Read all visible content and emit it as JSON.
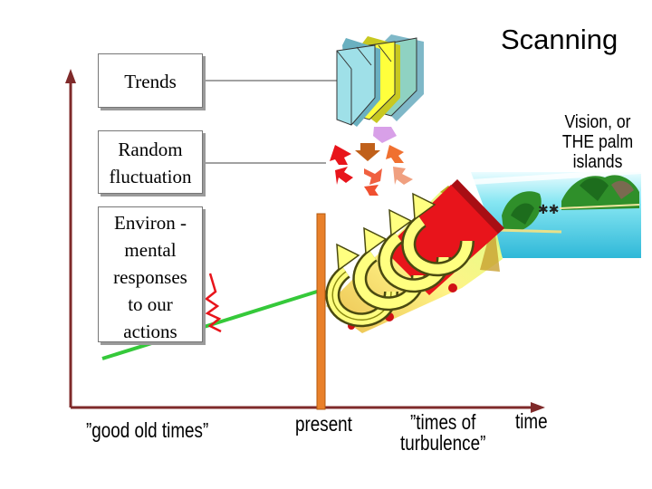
{
  "title": "Scanning",
  "boxes": {
    "trends": "Trends",
    "random": [
      "Random",
      "fluctuation"
    ],
    "environ": [
      "Environ -",
      "mental",
      "responses",
      "to our",
      "actions"
    ]
  },
  "vision_label": [
    "Vision, or",
    "THE palm",
    "islands"
  ],
  "timeline": {
    "good_old_times": "”good old times”",
    "present": "present",
    "turbulence": [
      "”times of",
      "turbulence”"
    ],
    "axis_label": "time"
  },
  "colors": {
    "axis": "#7f2a2a",
    "present_bar": "#e9802a",
    "green_line": "#35c93a",
    "zigzag": "#e8141b",
    "book_blue": "#9fe0e8",
    "book_yellow": "#ffff3c",
    "book_green": "#8fd2c2",
    "coil": "#ffff80",
    "sea": "#4ed6e6",
    "island": "#2f8f2a"
  }
}
